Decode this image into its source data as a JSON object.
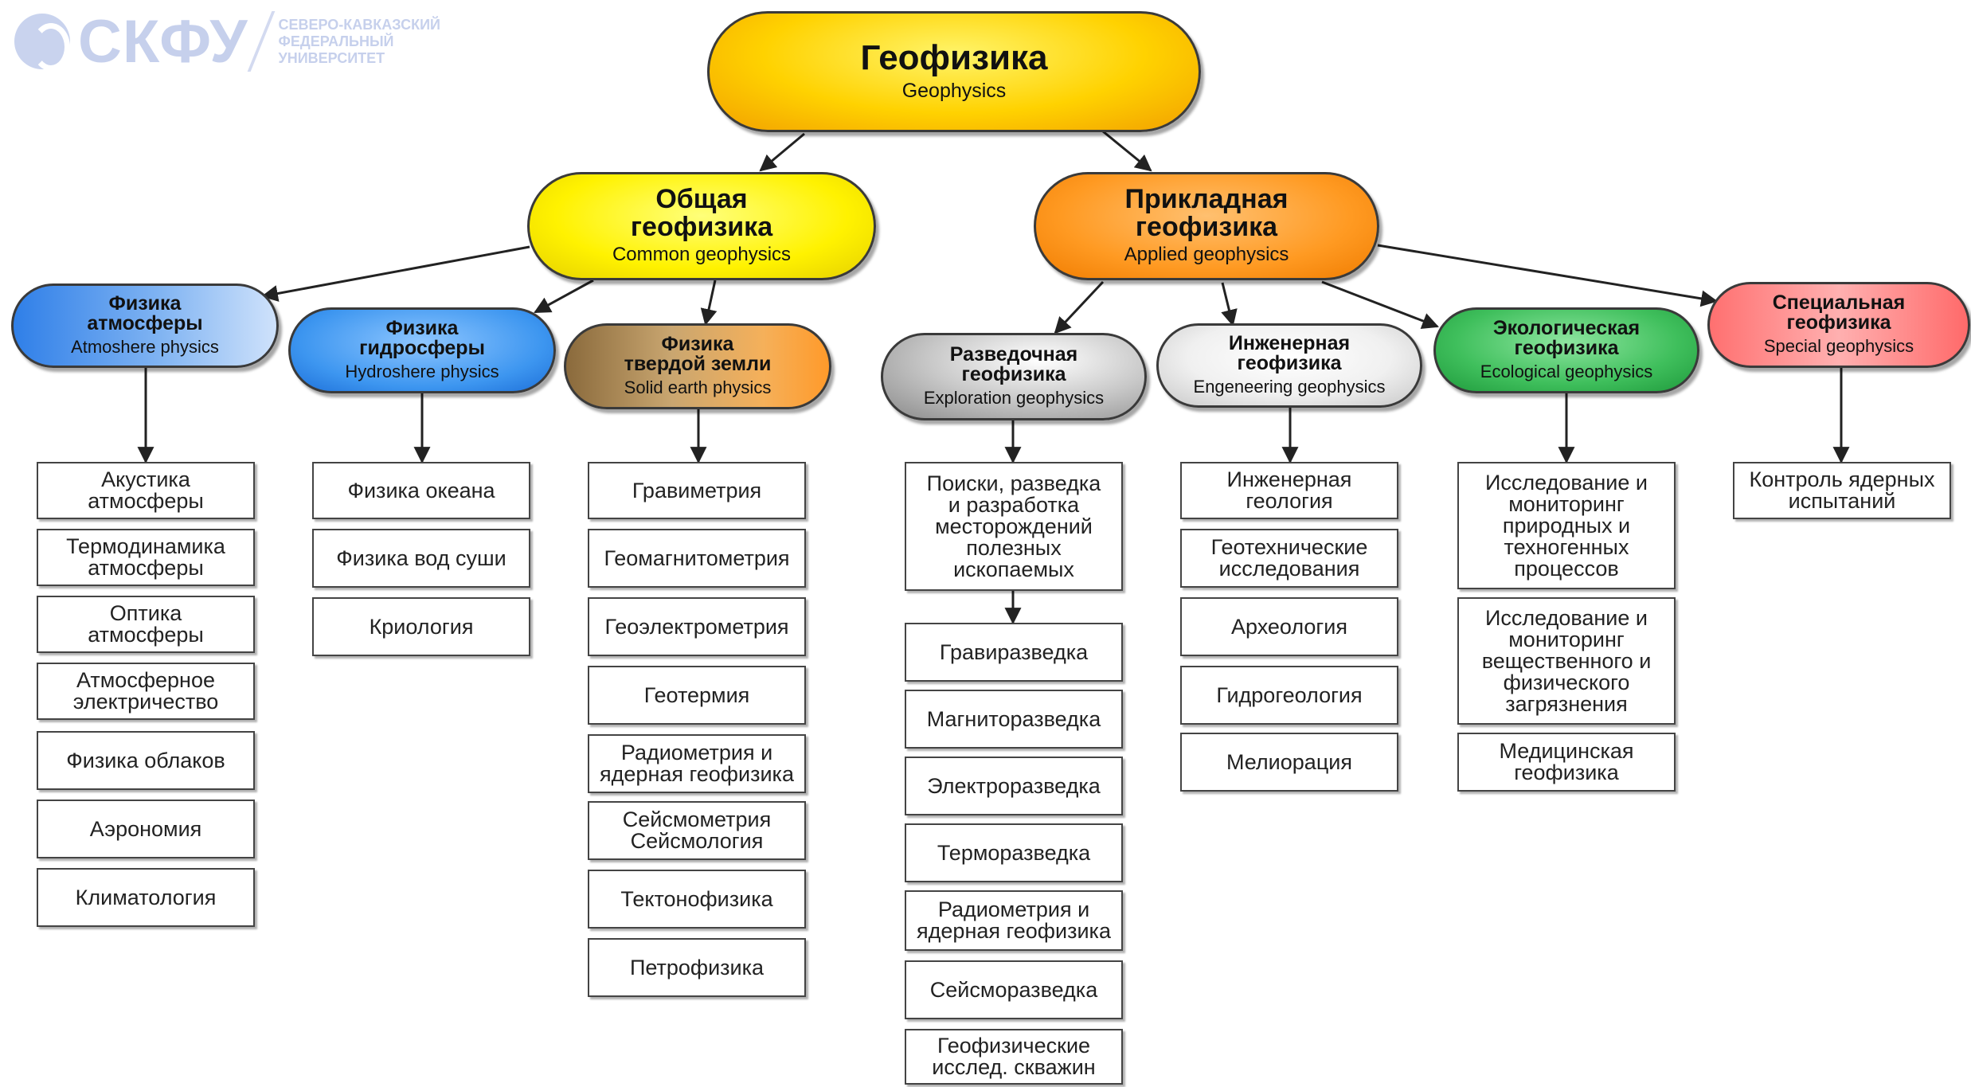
{
  "logo": {
    "wordmark": "СКФУ",
    "subtitle": [
      "СЕВЕРО-КАВКАЗСКИЙ",
      "ФЕДЕРАЛЬНЫЙ",
      "УНИВЕРСИТЕТ"
    ]
  },
  "root": {
    "ru": "Геофизика",
    "en": "Geophysics"
  },
  "general": {
    "ru": "Общая\nгеофизика",
    "en": "Common geophysics"
  },
  "applied": {
    "ru": "Прикладная\nгеофизика",
    "en": "Applied geophysics"
  },
  "atmosphere": {
    "ru": "Физика\nатмосферы",
    "en": "Atmoshere physics",
    "items": [
      "Акустика\nатмосферы",
      "Термодинамика\nатмосферы",
      "Оптика\nатмосферы",
      "Атмосферное\nэлектричество",
      "Физика облаков",
      "Аэрономия",
      "Климатология"
    ]
  },
  "hydrosphere": {
    "ru": "Физика\nгидросферы",
    "en": "Hydroshere physics",
    "items": [
      "Физика океана",
      "Физика вод суши",
      "Криология"
    ]
  },
  "solid_earth": {
    "ru": "Физика\nтвердой земли",
    "en": "Solid earth physics",
    "items": [
      "Гравиметрия",
      "Геомагнитометрия",
      "Геоэлектрометрия",
      "Геотермия",
      "Радиометрия и\nядерная геофизика",
      "Сейсмометрия\nСейсмология",
      "Тектонофизика",
      "Петрофизика"
    ]
  },
  "exploration": {
    "ru": "Разведочная\nгеофизика",
    "en": "Exploration geophysics",
    "items": [
      "Поиски, разведка\nи разработка\nместорождений\nполезных\nископаемых",
      "Гравиразведка",
      "Магниторазведка",
      "Электроразведка",
      "Терморазведка",
      "Радиометрия и\nядерная геофизика",
      "Сейсморазведка",
      "Геофизические\nисслед. скважин"
    ]
  },
  "engineering": {
    "ru": "Инженерная\nгеофизика",
    "en": "Engeneering geophysics",
    "items": [
      "Инженерная\nгеология",
      "Геотехнические\nисследования",
      "Археология",
      "Гидрогеология",
      "Мелиорация"
    ]
  },
  "ecological": {
    "ru": "Экологическая\nгеофизика",
    "en": "Ecological geophysics",
    "items": [
      "Исследование и\nмониторинг\nприродных и\nтехногенных\nпроцессов",
      "Исследование и\nмониторинг\nвещественного и\nфизического\nзагрязнения",
      "Медицинская\nгеофизика"
    ]
  },
  "special": {
    "ru": "Специальная\nгеофизика",
    "en": "Special geophysics",
    "items": [
      "Контроль ядерных\nиспытаний"
    ]
  }
}
